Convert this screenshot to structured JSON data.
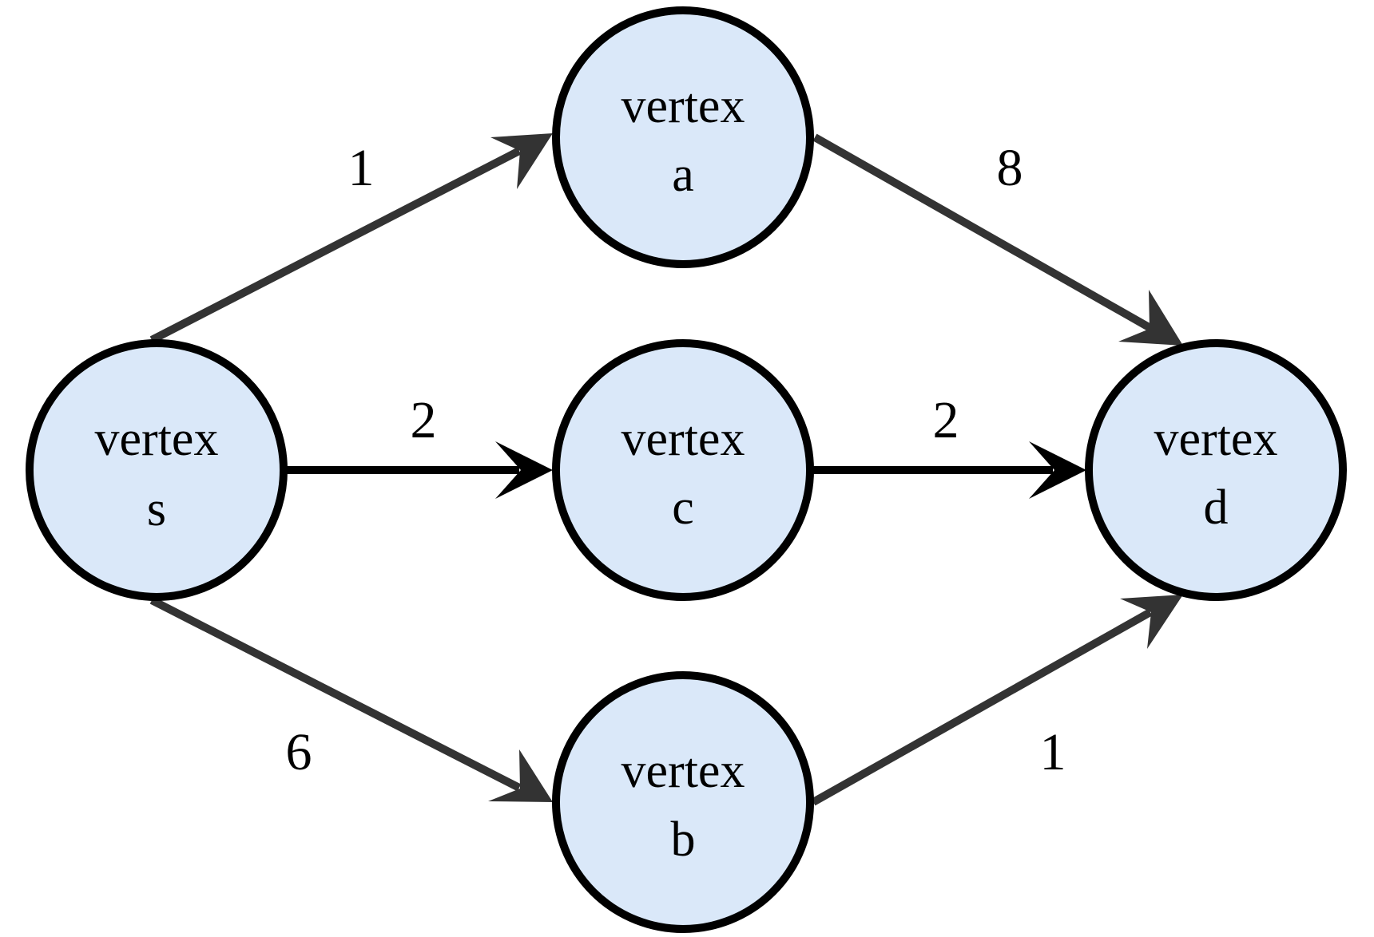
{
  "colors": {
    "node_fill": "#dae8f9",
    "node_stroke": "#000000",
    "edge_gray": "#333333",
    "edge_black": "#000000"
  },
  "nodes": {
    "s": {
      "line1": "vertex",
      "line2": "s"
    },
    "a": {
      "line1": "vertex",
      "line2": "a"
    },
    "c": {
      "line1": "vertex",
      "line2": "c"
    },
    "b": {
      "line1": "vertex",
      "line2": "b"
    },
    "d": {
      "line1": "vertex",
      "line2": "d"
    }
  },
  "edges": [
    {
      "from": "s",
      "to": "a",
      "weight": "1"
    },
    {
      "from": "s",
      "to": "c",
      "weight": "2"
    },
    {
      "from": "s",
      "to": "b",
      "weight": "6"
    },
    {
      "from": "a",
      "to": "d",
      "weight": "8"
    },
    {
      "from": "c",
      "to": "d",
      "weight": "2"
    },
    {
      "from": "b",
      "to": "d",
      "weight": "1"
    }
  ]
}
